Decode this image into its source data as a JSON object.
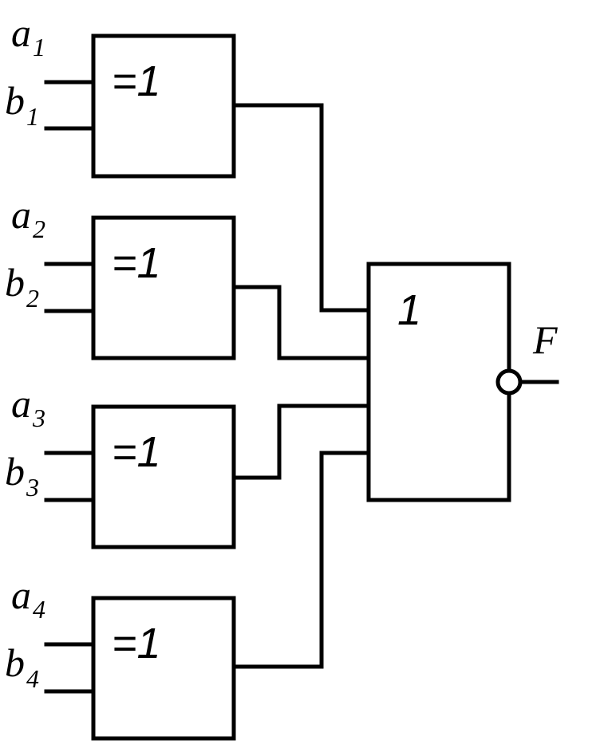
{
  "diagram": {
    "xor_gates": [
      {
        "symbol": "=1",
        "input_a": "a",
        "a_sub": "1",
        "input_b": "b",
        "b_sub": "1"
      },
      {
        "symbol": "=1",
        "input_a": "a",
        "a_sub": "2",
        "input_b": "b",
        "b_sub": "2"
      },
      {
        "symbol": "=1",
        "input_a": "a",
        "a_sub": "3",
        "input_b": "b",
        "b_sub": "3"
      },
      {
        "symbol": "=1",
        "input_a": "a",
        "a_sub": "4",
        "input_b": "b",
        "b_sub": "4"
      }
    ],
    "nor_gate": {
      "symbol": "1",
      "inverted_output": true
    },
    "output_label": "F",
    "colors": {
      "line": "#000000",
      "background": "#ffffff"
    }
  }
}
